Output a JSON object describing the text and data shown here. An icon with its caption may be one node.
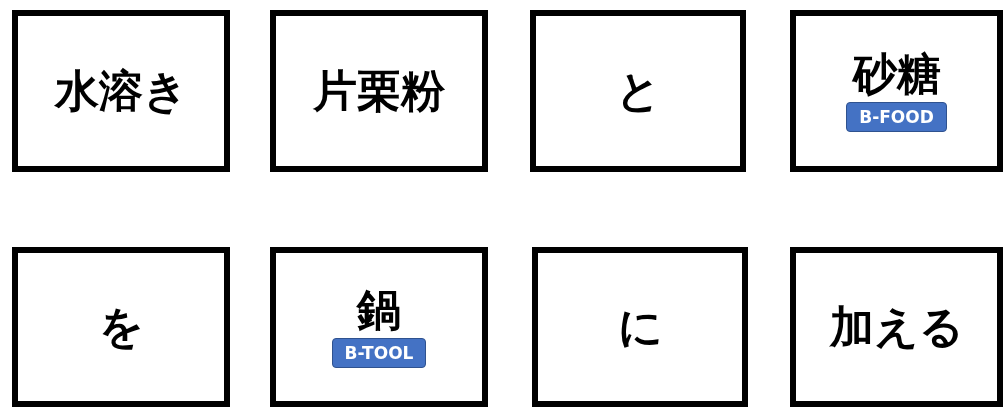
{
  "diagram": {
    "nodes": [
      {
        "text": [
          "水溶き"
        ]
      },
      {
        "text": [
          "片栗粉"
        ]
      },
      {
        "text": [
          "と"
        ]
      },
      {
        "text": [
          "砂糖",
          "B-FOOD"
        ]
      },
      {
        "text": [
          "を"
        ]
      },
      {
        "text": [
          "鍋",
          "B-TOOL"
        ]
      },
      {
        "text": [
          "に"
        ]
      },
      {
        "text": [
          "加える"
        ]
      }
    ]
  }
}
